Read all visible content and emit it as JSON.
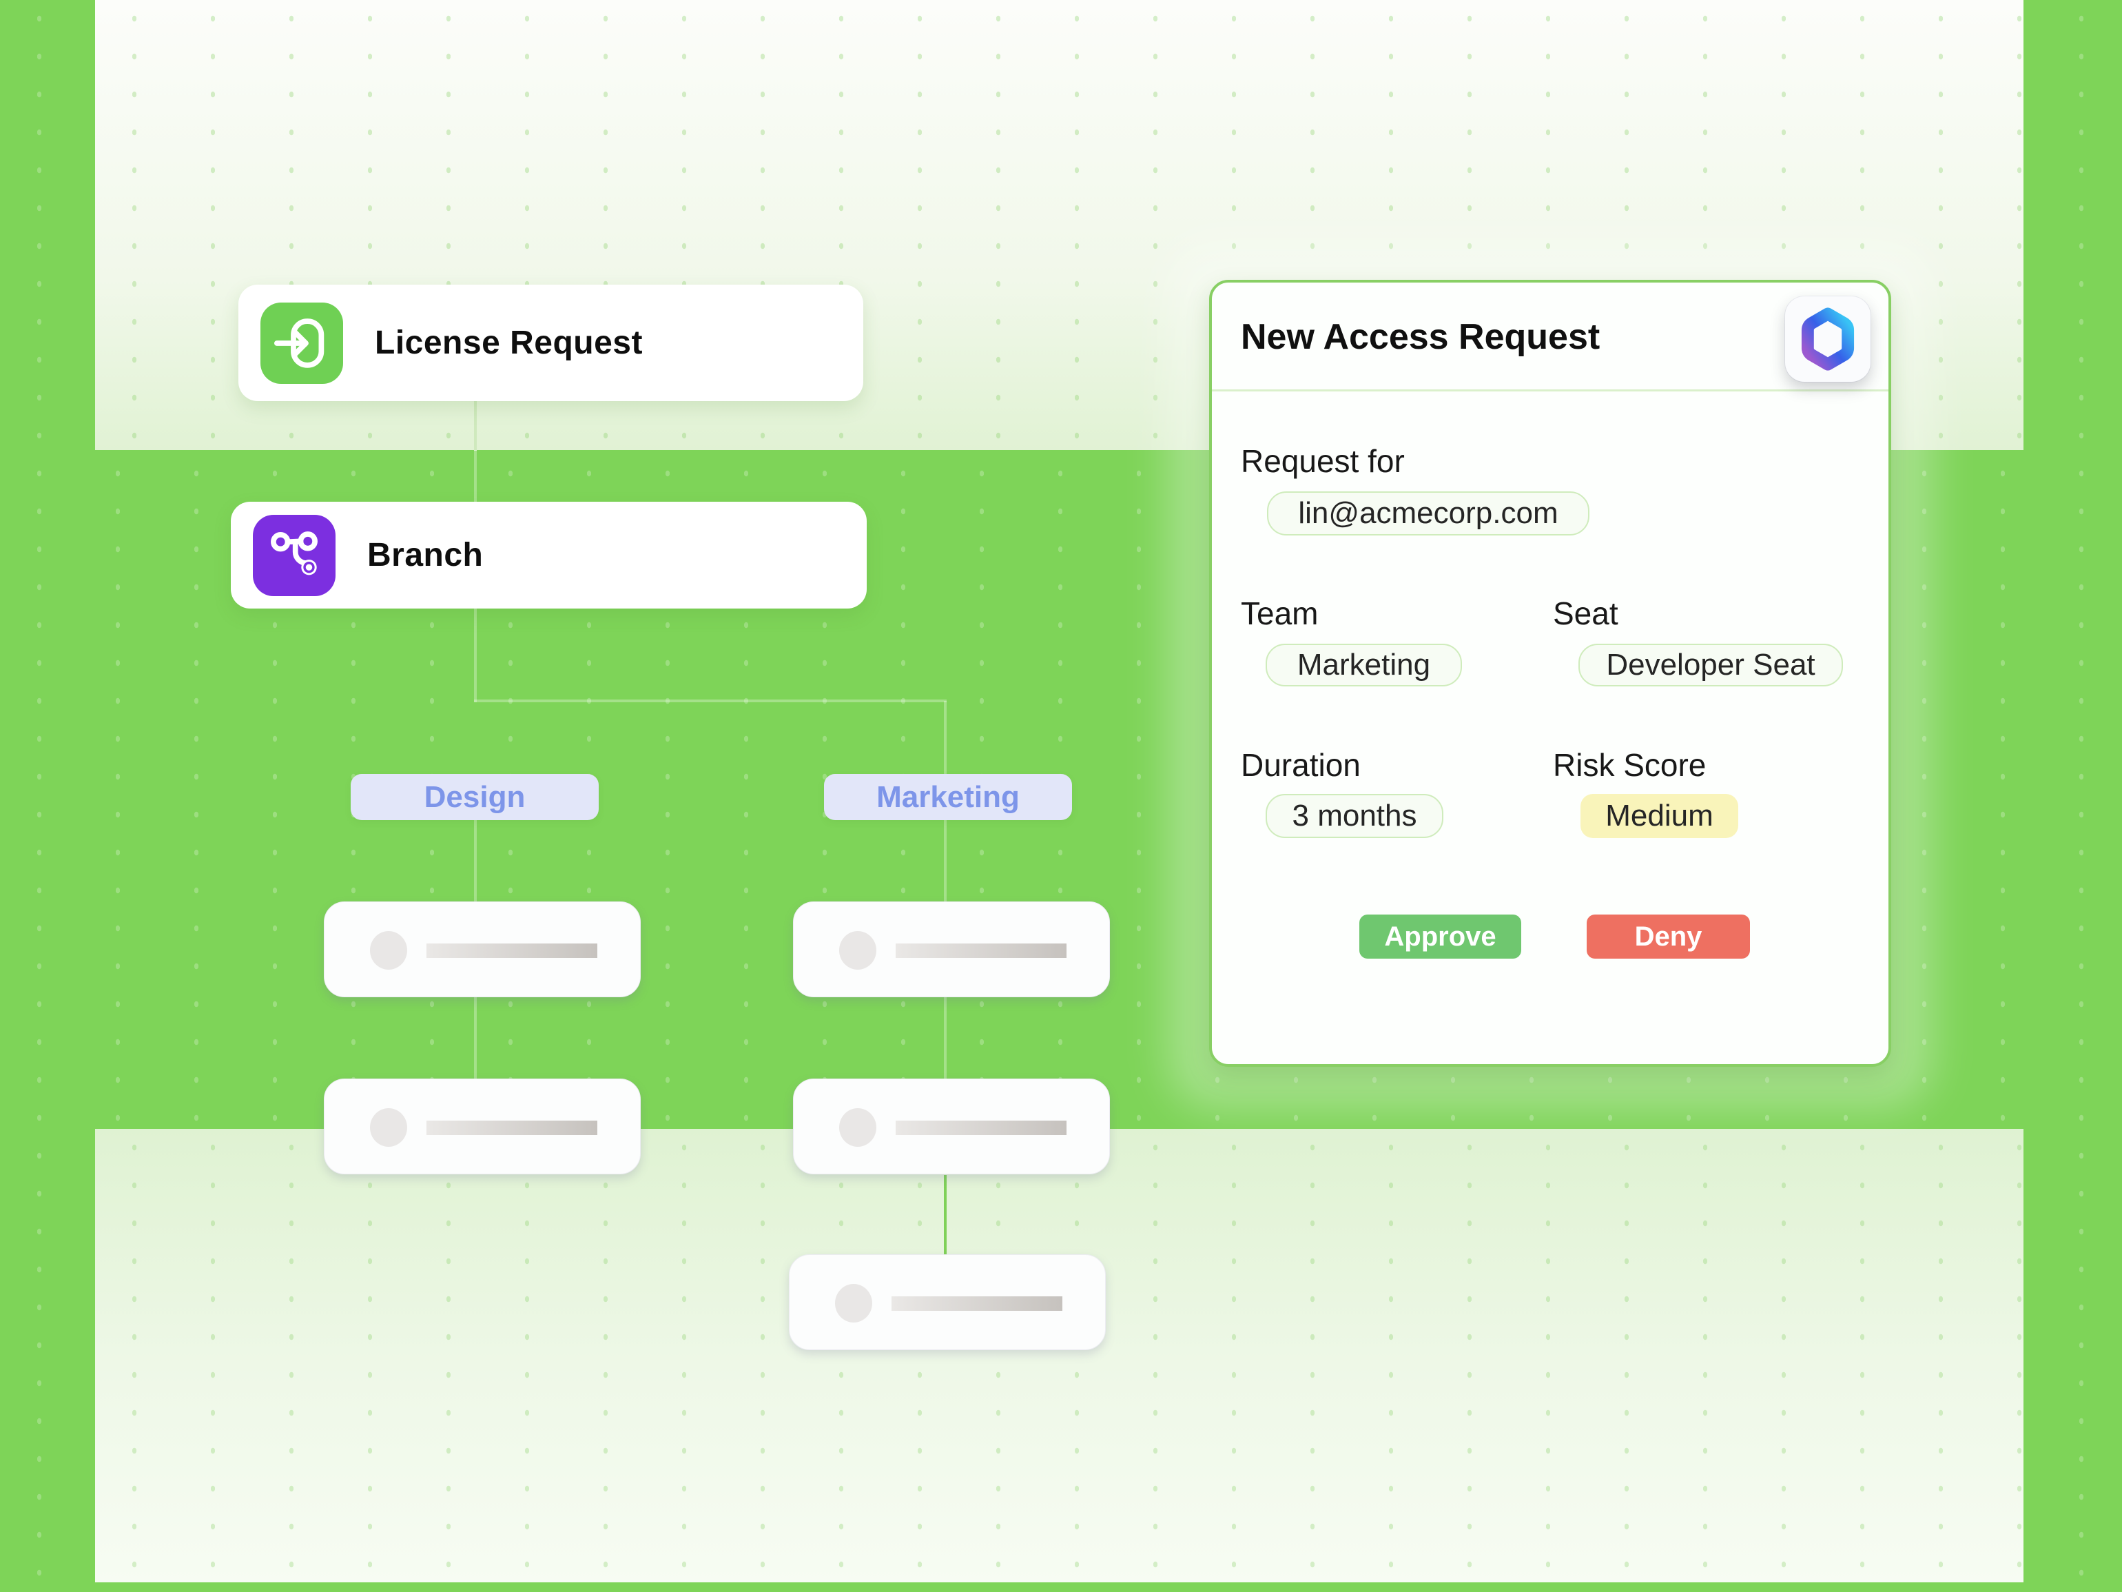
{
  "workflow": {
    "nodes": {
      "license": {
        "label": "License Request",
        "icon": "login-arrow-icon",
        "icon_bg": "#6fd054"
      },
      "branch": {
        "label": "Branch",
        "icon": "git-branch-icon",
        "icon_bg": "#7c2fe0"
      }
    },
    "branches": {
      "design": {
        "label": "Design",
        "placeholder_cards": 2
      },
      "marketing": {
        "label": "Marketing",
        "placeholder_cards": 3
      }
    }
  },
  "access_request": {
    "title": "New Access Request",
    "logo": "microsoft-365-logo",
    "request_for_label": "Request for",
    "request_for_value": "lin@acmecorp.com",
    "team_label": "Team",
    "team_value": "Marketing",
    "seat_label": "Seat",
    "seat_value": "Developer Seat",
    "duration_label": "Duration",
    "duration_value": "3 months",
    "risk_label": "Risk Score",
    "risk_value": "Medium",
    "approve_label": "Approve",
    "deny_label": "Deny"
  },
  "colors": {
    "canvas_green": "#7ed458",
    "node_icon_green": "#6fd054",
    "node_icon_purple": "#7c2fe0",
    "branch_pill_bg": "#e2e6f9",
    "branch_pill_text": "#7d95e9",
    "value_pill_bg": "#f7fcf4",
    "value_pill_border": "#cfecbc",
    "risk_pill_bg": "#f9f4ba",
    "approve_bg": "#6fc76f",
    "deny_bg": "#ee7061",
    "card_border": "#88cf64"
  }
}
